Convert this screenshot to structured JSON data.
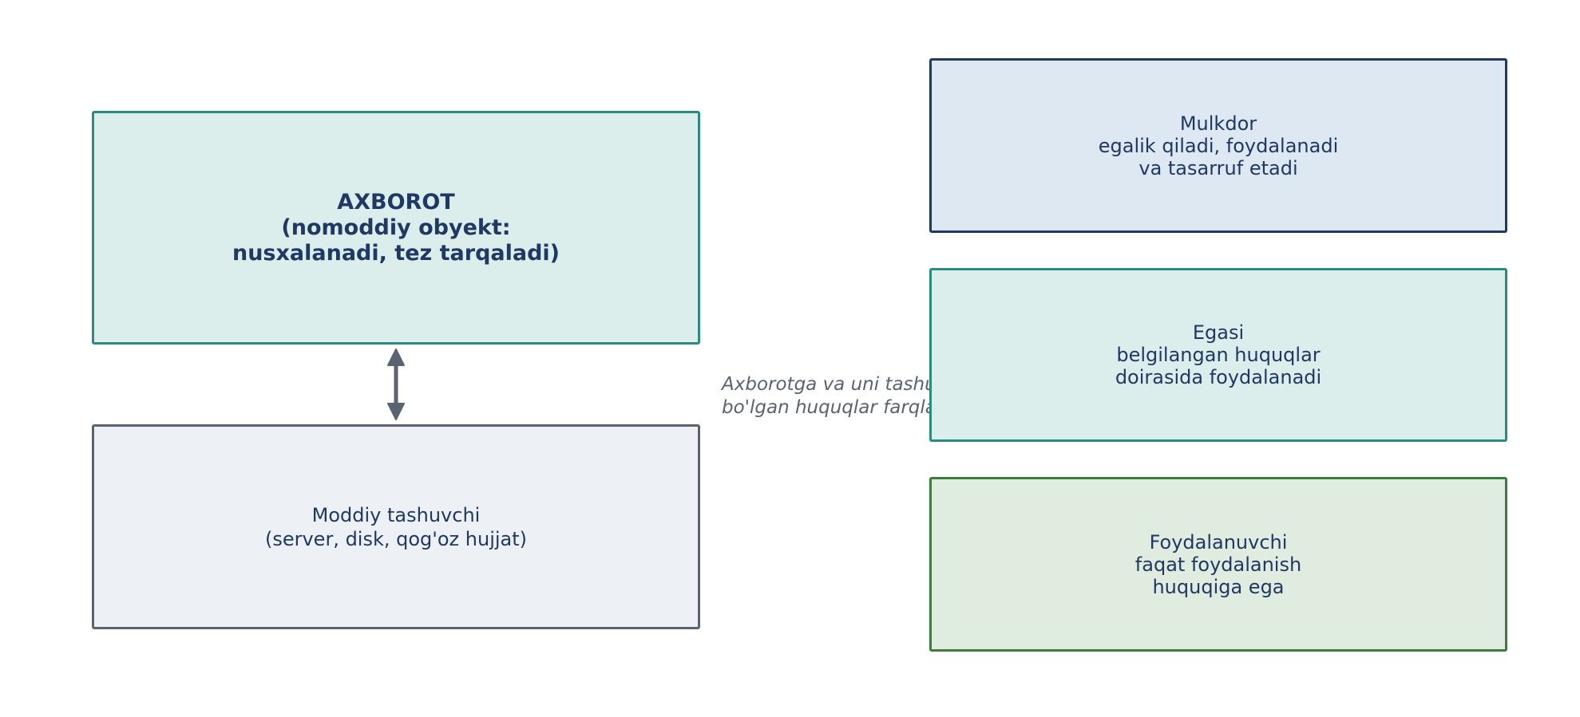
{
  "colors": {
    "teal_border": "#2a8c7f",
    "teal_fill": "#dceeec",
    "gray_border": "#5a6370",
    "gray_fill": "#edf1f6",
    "navy_border": "#1f3864",
    "navy_fill": "#dde8f3",
    "green_border": "#3a7d3e",
    "green_fill": "#e0ece0",
    "text": "#1f3864"
  },
  "left": {
    "info": "AXBOROT\n(nomoddiy obyekt:\nnusxalanadi, tez tarqaladi)",
    "carrier": "Moddiy tashuvchi\n(server, disk, qog'oz hujjat)"
  },
  "note": "Axborotga va uni tashuvchiga\nbo'lgan huquqlar farqlanadi",
  "right": {
    "owner": "Mulkdor\negalik qiladi, foydalanadi\nva tasarruf etadi",
    "possessor": "Egasi\nbelgilangan huquqlar\ndoirasida foydalanadi",
    "user": "Foydalanuvchi\nfaqat foydalanish\nhuquqiga ega"
  }
}
